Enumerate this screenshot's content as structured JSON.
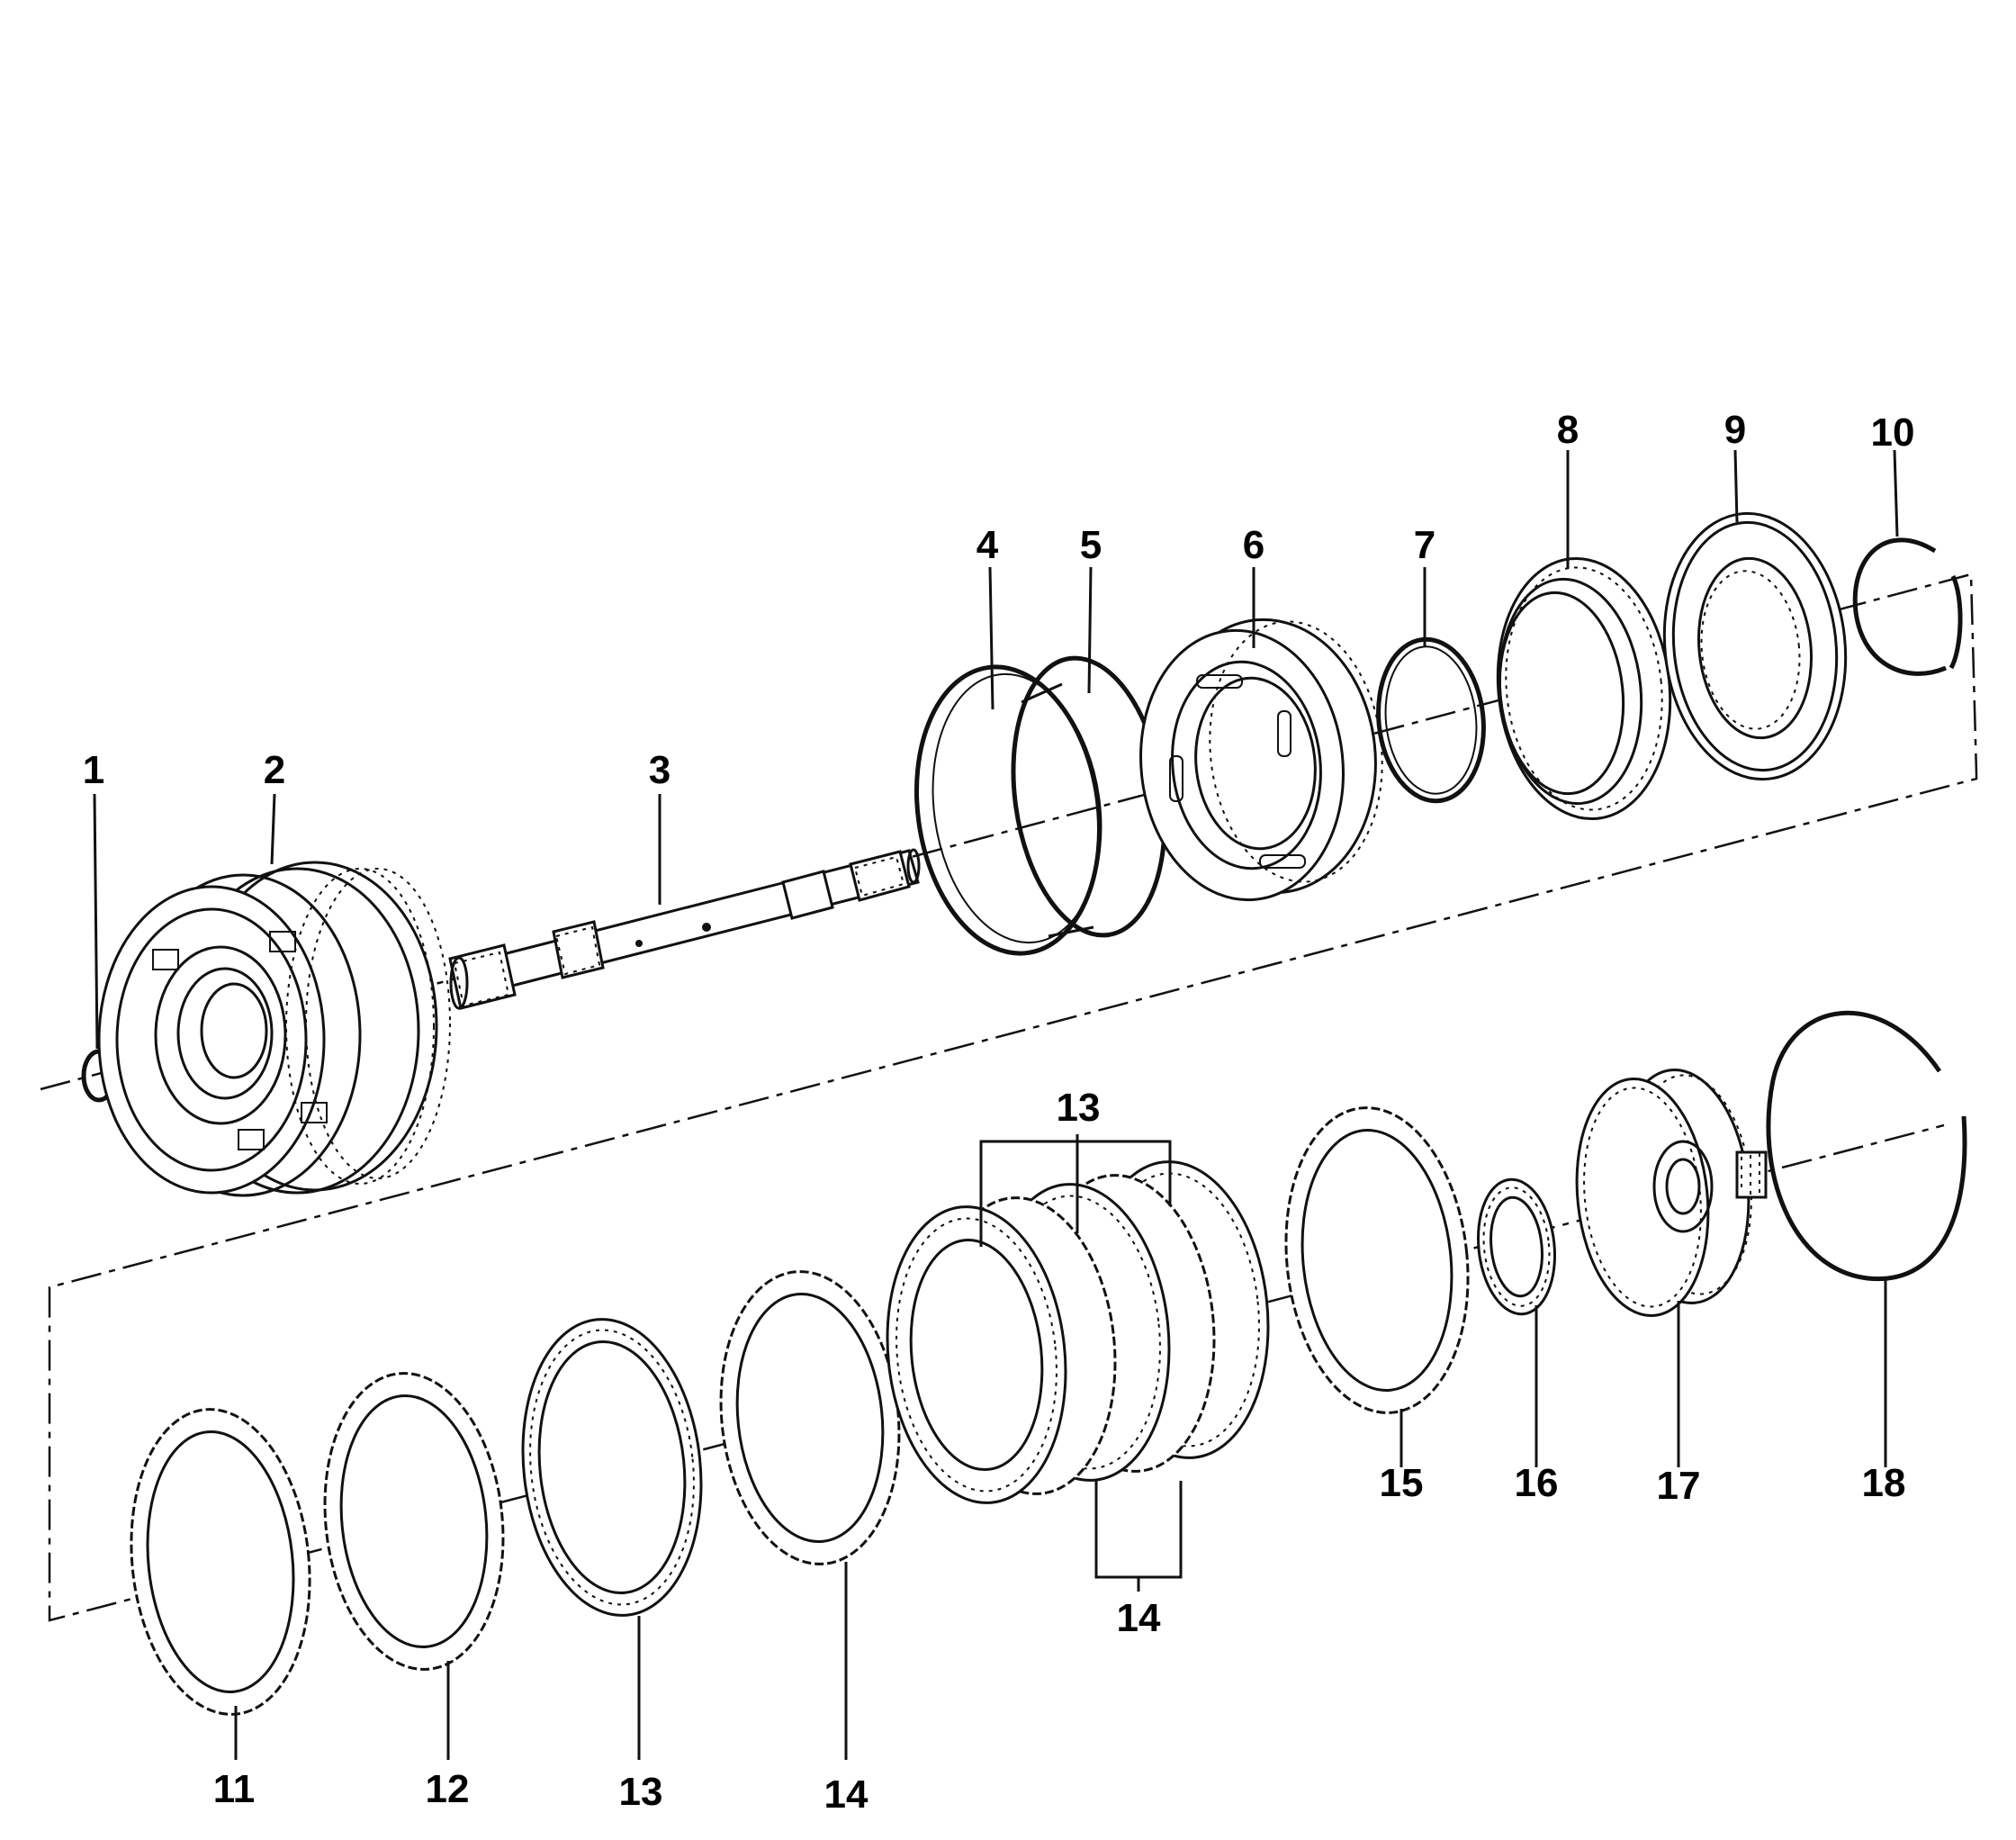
{
  "diagram": {
    "labels": [
      {
        "id": "l1",
        "text": "1"
      },
      {
        "id": "l2",
        "text": "2"
      },
      {
        "id": "l3",
        "text": "3"
      },
      {
        "id": "l4",
        "text": "4"
      },
      {
        "id": "l5",
        "text": "5"
      },
      {
        "id": "l6",
        "text": "6"
      },
      {
        "id": "l7",
        "text": "7"
      },
      {
        "id": "l8",
        "text": "8"
      },
      {
        "id": "l9",
        "text": "9"
      },
      {
        "id": "l10",
        "text": "10"
      },
      {
        "id": "l11",
        "text": "11"
      },
      {
        "id": "l12",
        "text": "12"
      },
      {
        "id": "l13a",
        "text": "13"
      },
      {
        "id": "l13b",
        "text": "13"
      },
      {
        "id": "l14a",
        "text": "14"
      },
      {
        "id": "l14b",
        "text": "14"
      },
      {
        "id": "l15",
        "text": "15"
      },
      {
        "id": "l16",
        "text": "16"
      },
      {
        "id": "l17",
        "text": "17"
      },
      {
        "id": "l18",
        "text": "18"
      }
    ]
  }
}
